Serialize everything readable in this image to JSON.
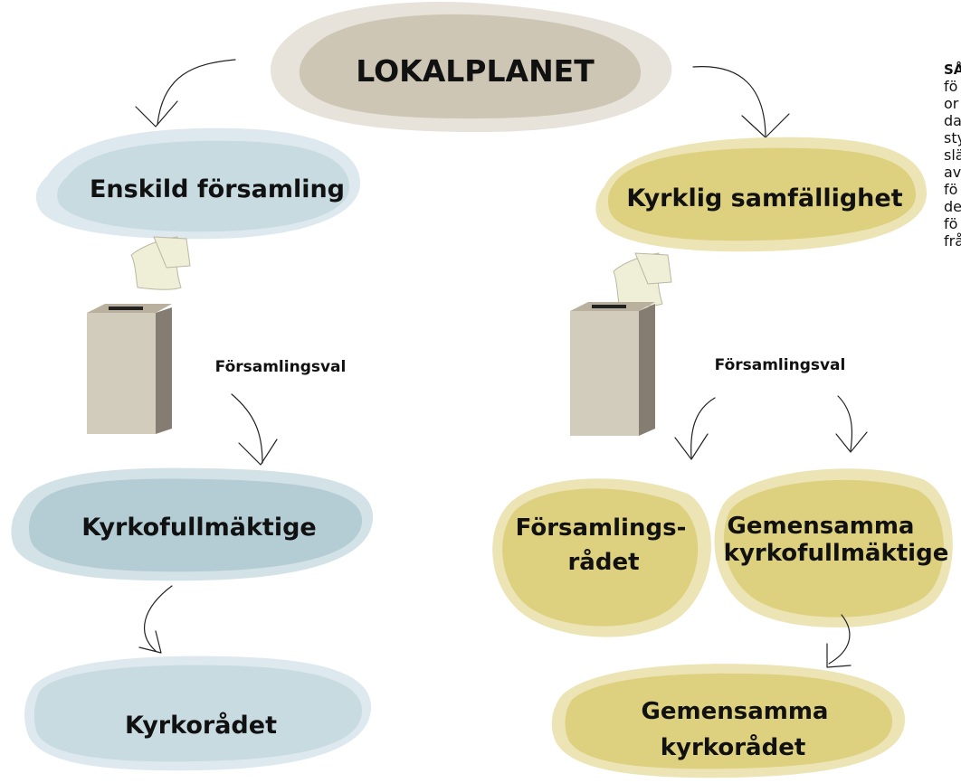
{
  "colors": {
    "beige": "#cdc6b4",
    "beige_light": "#e7e3da",
    "blue": "#c7dbe1",
    "blue_light": "#dde9ee",
    "teal": "#b4ccd3",
    "teal_light": "#d2e2e7",
    "yellow": "#ddd07f",
    "yellow_light": "#ece4b4",
    "box_front": "#d2ccbc",
    "box_side": "#857d71",
    "ballot": "#efeed7"
  },
  "top": {
    "title": "LOKALPLANET"
  },
  "left": {
    "heading": "Enskild församling",
    "vote_label": "Församlingsval",
    "council": "Kyrkofullmäktige",
    "board": "Kyrkorådet"
  },
  "right": {
    "heading": "Kyrklig  samfällighet",
    "vote_label": "Församlingsval",
    "parish_council_line1": "Församlings-",
    "parish_council_line2": "rådet",
    "joint_council_line1": "Gemensamma",
    "joint_council_line2": "kyrkofullmäktige",
    "joint_board_line1": "Gemensamma",
    "joint_board_line2": "kyrkorådet"
  },
  "side_note": {
    "title": "SÅ",
    "lines": [
      "fö",
      "or",
      "da",
      "sty",
      "slä",
      "av",
      "fö",
      "de",
      "fö",
      "frå"
    ]
  }
}
